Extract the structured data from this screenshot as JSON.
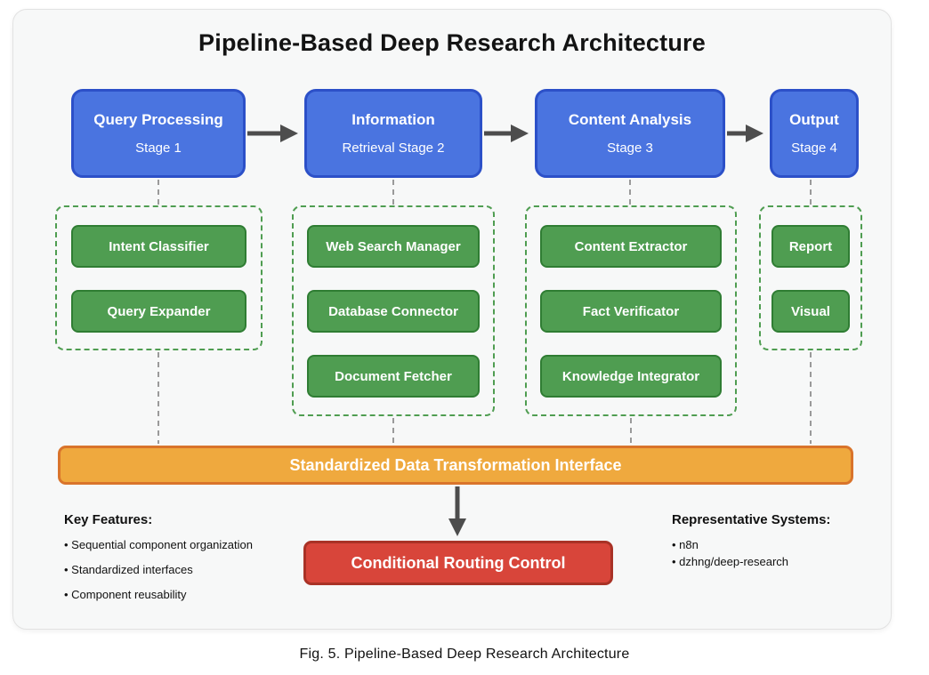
{
  "title": "Pipeline-Based Deep Research Architecture",
  "caption": "Fig. 5. Pipeline-Based Deep Research Architecture",
  "stages": [
    {
      "name": "Query Processing",
      "sub": "Stage 1"
    },
    {
      "name": "Information",
      "sub": "Retrieval Stage 2"
    },
    {
      "name": "Content Analysis",
      "sub": "Stage 3"
    },
    {
      "name": "Output",
      "sub": "Stage 4"
    }
  ],
  "component_groups": [
    {
      "components": [
        "Intent Classifier",
        "Query Expander"
      ]
    },
    {
      "components": [
        "Web Search Manager",
        "Database Connector",
        "Document Fetcher"
      ]
    },
    {
      "components": [
        "Content Extractor",
        "Fact Verificator",
        "Knowledge Integrator"
      ]
    },
    {
      "components": [
        "Report",
        "Visual"
      ]
    }
  ],
  "interface_bar": {
    "label": "Standardized Data Transformation Interface"
  },
  "routing_control": {
    "label": "Conditional Routing Control"
  },
  "key_features": {
    "heading": "Key Features:",
    "items": [
      "Sequential component organization",
      "Standardized interfaces",
      "Component reusability"
    ]
  },
  "representative_systems": {
    "heading": "Representative Systems:",
    "items": [
      "n8n",
      "dzhng/deep-research"
    ]
  },
  "colors": {
    "stage_fill": "#4a74e0",
    "stage_border": "#2c50c8",
    "component_fill": "#4f9d51",
    "component_border": "#2f7d33",
    "group_border": "#4f9d51",
    "interface_fill": "#efa93e",
    "interface_border": "#d9742b",
    "routing_fill": "#d8453a",
    "routing_border": "#a93226",
    "arrow": "#4d4d4d",
    "connector": "#9a9a9a"
  }
}
